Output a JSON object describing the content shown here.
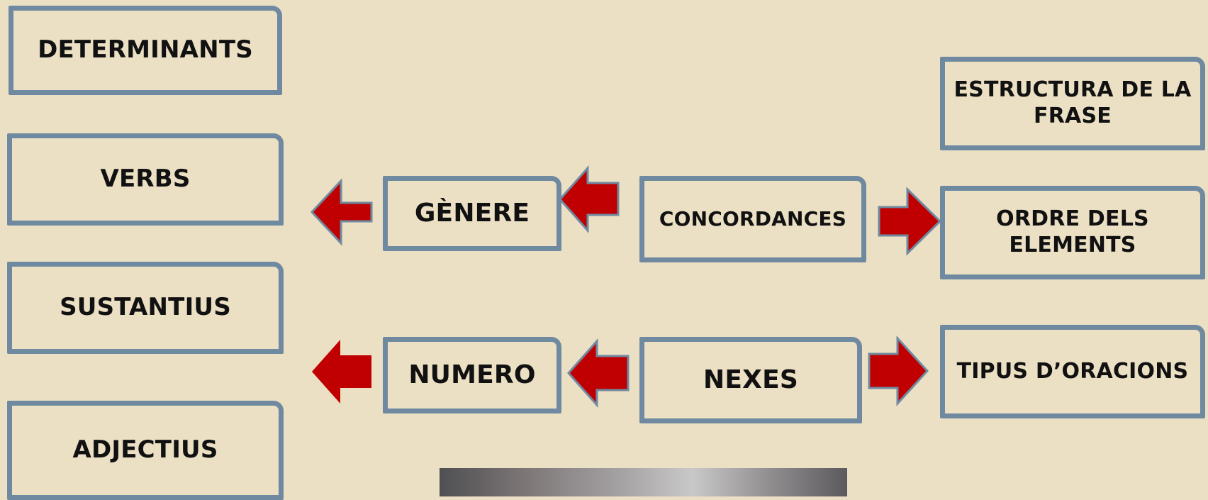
{
  "diagram": {
    "left_column": [
      "DETERMINANTS",
      "VERBS",
      "SUSTANTIUS",
      "ADJECTIUS"
    ],
    "center": {
      "genere": "GÈNERE",
      "numero": "NUMERO",
      "concordances": "CONCORDANCES",
      "nexes": "NEXES"
    },
    "right_column": {
      "estructura_line1": "ESTRUCTURA DE LA",
      "estructura_line2": "FRASE",
      "ordre_line1": "ORDRE DELS",
      "ordre_line2": "ELEMENTS",
      "tipus": "TIPUS D’ORACIONS"
    },
    "colors": {
      "background": "#ebdfc4",
      "box_border": "#6f8aa0",
      "arrow_fill": "#c00000",
      "arrow_outline": "#6f8aa0"
    },
    "icons": [
      "arrow-left-icon",
      "arrow-right-icon"
    ]
  }
}
